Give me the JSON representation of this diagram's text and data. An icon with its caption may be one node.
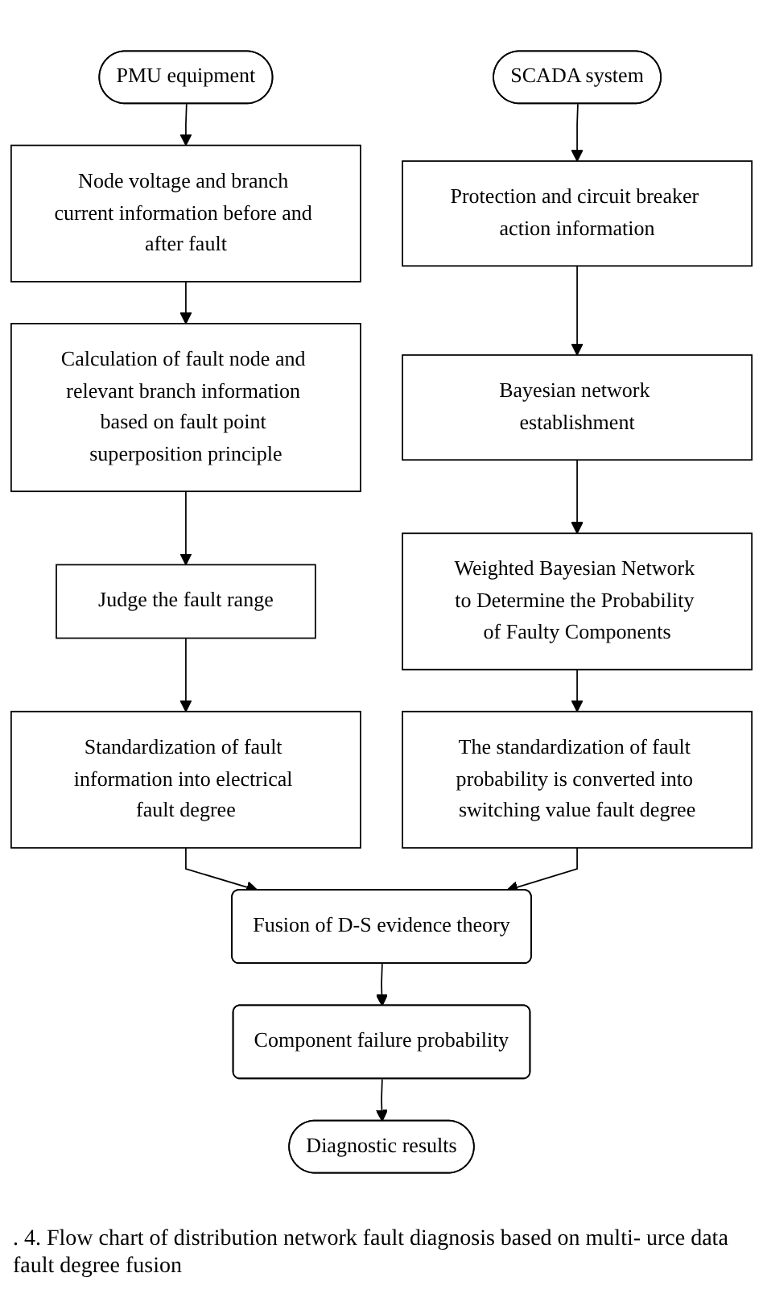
{
  "diagram": {
    "caption": ". 4. Flow chart of distribution network fault diagnosis based on multi- urce data fault degree fusion",
    "nodes": [
      {
        "text": [
          "PMU equipment"
        ]
      },
      {
        "text": [
          "SCADA system"
        ]
      },
      {
        "text": [
          "Node voltage and branch current information before and after fault"
        ]
      },
      {
        "text": [
          "Calculation of fault node and relevant branch information based on fault point superposition principle"
        ]
      },
      {
        "text": [
          "Judge the fault range"
        ]
      },
      {
        "text": [
          "Standardization of fault information into electrical fault degree"
        ]
      },
      {
        "text": [
          "Protection and circuit breaker action information"
        ]
      },
      {
        "text": [
          "Bayesian network establishment"
        ]
      },
      {
        "text": [
          "Weighted Bayesian Network to Determine the Probability of Faulty Components"
        ]
      },
      {
        "text": [
          "The standardization of fault probability is converted into switching value fault degree"
        ]
      },
      {
        "text": [
          "Fusion of D-S evidence theory"
        ]
      },
      {
        "text": [
          "Component failure probability"
        ]
      },
      {
        "text": [
          "Diagnostic results"
        ]
      }
    ],
    "edges": [
      {
        "from": 0,
        "to": 2,
        "arrow": "to"
      },
      {
        "from": 2,
        "to": 3,
        "arrow": "to"
      },
      {
        "from": 3,
        "to": 4,
        "arrow": "to"
      },
      {
        "from": 4,
        "to": 5,
        "arrow": "to"
      },
      {
        "from": 1,
        "to": 6,
        "arrow": "to"
      },
      {
        "from": 6,
        "to": 7,
        "arrow": "to"
      },
      {
        "from": 7,
        "to": 8,
        "arrow": "to"
      },
      {
        "from": 8,
        "to": 9,
        "arrow": "to"
      },
      {
        "from": 5,
        "to": 10,
        "arrow": "to"
      },
      {
        "from": 9,
        "to": 10,
        "arrow": "to"
      },
      {
        "from": 10,
        "to": 11,
        "arrow": "to"
      },
      {
        "from": 11,
        "to": 12,
        "arrow": "to"
      }
    ]
  }
}
